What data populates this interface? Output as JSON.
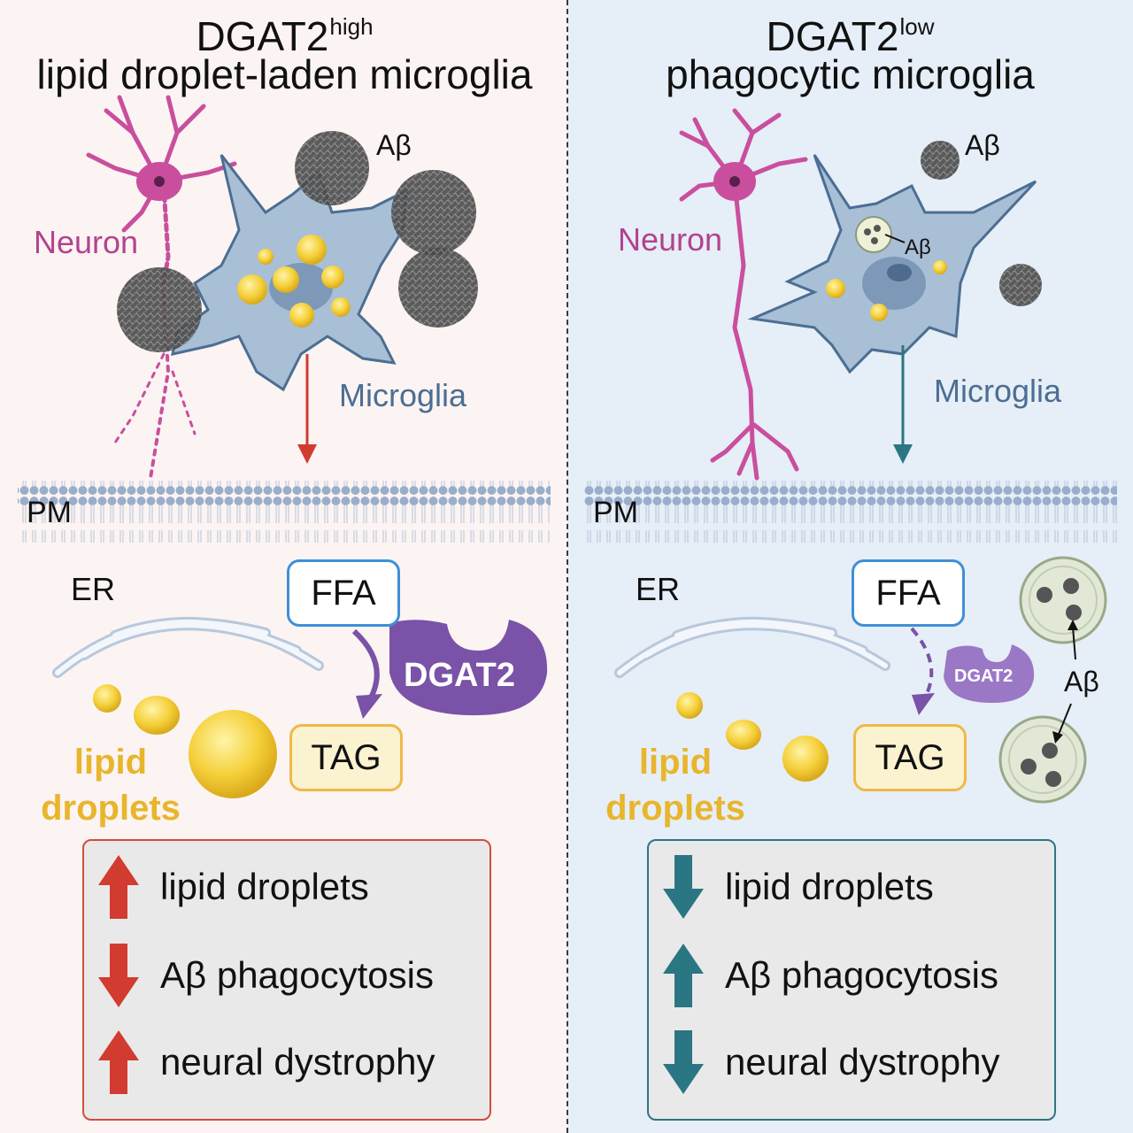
{
  "left": {
    "title_main": "DGAT2",
    "title_sup": "high",
    "subtitle": "lipid droplet-laden microglia",
    "neuron_label": "Neuron",
    "microglia_label": "Microglia",
    "abeta_label": "Aβ",
    "pm_label": "PM",
    "er_label": "ER",
    "ffa_label": "FFA",
    "tag_label": "TAG",
    "dgat2_label": "DGAT2",
    "lipid_label_1": "lipid",
    "lipid_label_2": "droplets",
    "summary": [
      {
        "direction": "up",
        "text": "lipid droplets"
      },
      {
        "direction": "down",
        "text": "Aβ phagocytosis"
      },
      {
        "direction": "up",
        "text": "neural dystrophy"
      }
    ]
  },
  "right": {
    "title_main": "DGAT2",
    "title_sup": "low",
    "subtitle": "phagocytic microglia",
    "neuron_label": "Neuron",
    "microglia_label": "Microglia",
    "abeta_label": "Aβ",
    "abeta_inner_label": "Aβ",
    "abeta_vesicle_label": "Aβ",
    "pm_label": "PM",
    "er_label": "ER",
    "ffa_label": "FFA",
    "tag_label": "TAG",
    "dgat2_label": "DGAT2",
    "lipid_label_1": "lipid",
    "lipid_label_2": "droplets",
    "summary": [
      {
        "direction": "down",
        "text": "lipid droplets"
      },
      {
        "direction": "up",
        "text": "Aβ phagocytosis"
      },
      {
        "direction": "down",
        "text": "neural dystrophy"
      }
    ]
  },
  "colors": {
    "red_arrow": "#d23b2f",
    "teal_arrow": "#2b7683",
    "dgat2_purple": "#7a52a8",
    "neuron_pink": "#c94f9e",
    "microglia_blue": "#a9bfd6",
    "lipid_yellow": "#f3cc33",
    "ffa_blue": "#3f8fd6",
    "tag_orange": "#eeb94a"
  }
}
